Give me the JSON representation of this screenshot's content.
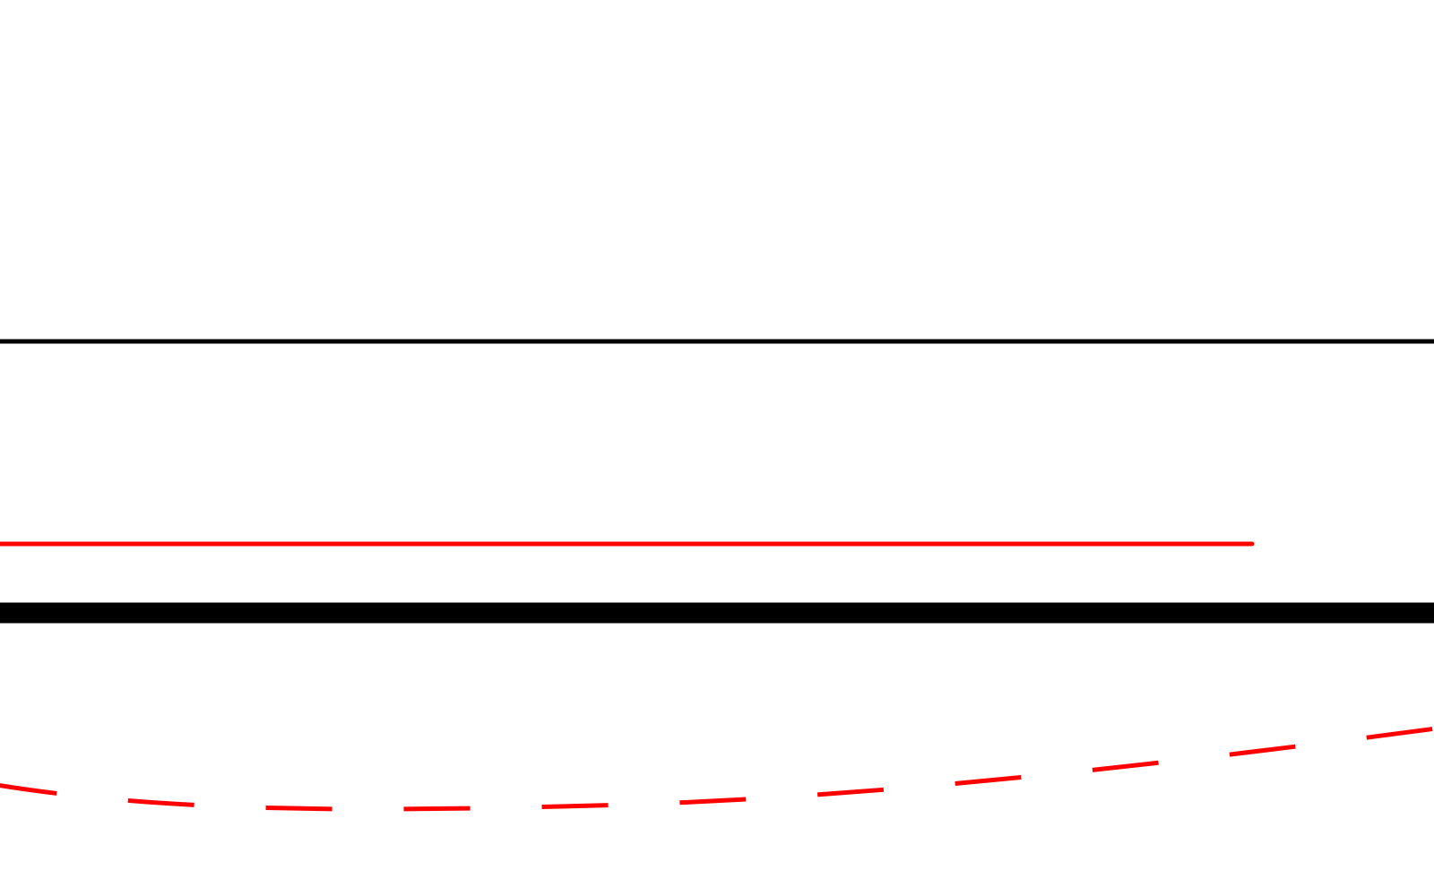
{
  "figure": {
    "background": "#ffffff",
    "elements": [
      {
        "name": "thin-black-line",
        "kind": "solid line",
        "color": "#000000"
      },
      {
        "name": "red-line",
        "kind": "solid line",
        "color": "#ff0000"
      },
      {
        "name": "thick-black-line",
        "kind": "solid line",
        "color": "#000000"
      },
      {
        "name": "red-dashed-curve",
        "kind": "dashed curve",
        "color": "#ff0000"
      }
    ]
  }
}
